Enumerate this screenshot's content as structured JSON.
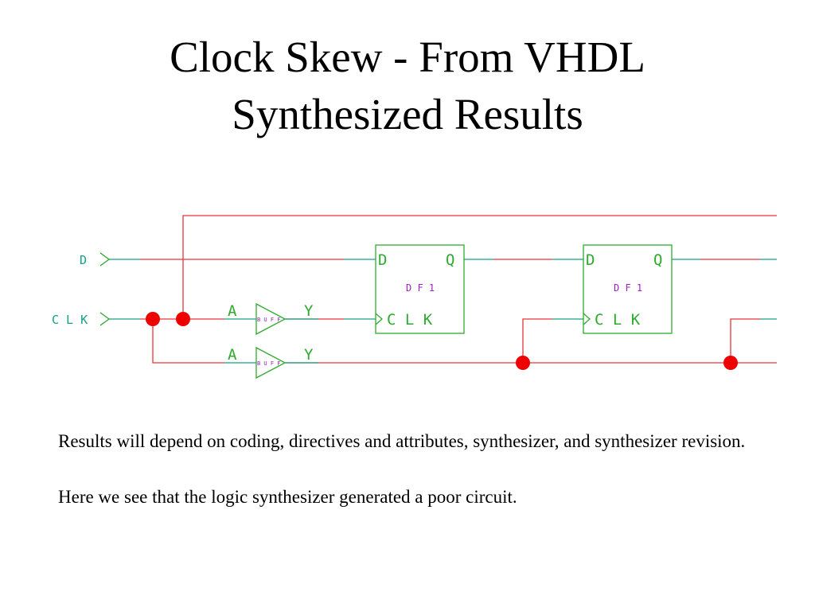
{
  "slide": {
    "title_line1": "Clock Skew - From VHDL",
    "title_line2": "Synthesized Results",
    "paragraphs": [
      "Results will depend on coding, directives and attributes, synthesizer, and synthesizer revision.",
      "Here we see that the logic synthesizer generated a poor circuit."
    ]
  },
  "schematic": {
    "colors": {
      "wire": "#e8343a",
      "port": "#16a085",
      "component": "#2eaa2e",
      "instance_label": "#a020c0",
      "junction": "#ee0000"
    },
    "ports": {
      "d": "D",
      "clk": "C L K"
    },
    "buffers": [
      {
        "in_pin": "A",
        "out_pin": "Y",
        "label": "B U F F"
      },
      {
        "in_pin": "A",
        "out_pin": "Y",
        "label": "B U F F"
      }
    ],
    "flipflops": [
      {
        "d_pin": "D",
        "q_pin": "Q",
        "clk_pin": "C L K",
        "label": "D F 1"
      },
      {
        "d_pin": "D",
        "q_pin": "Q",
        "clk_pin": "C L K",
        "label": "D F 1"
      }
    ]
  }
}
